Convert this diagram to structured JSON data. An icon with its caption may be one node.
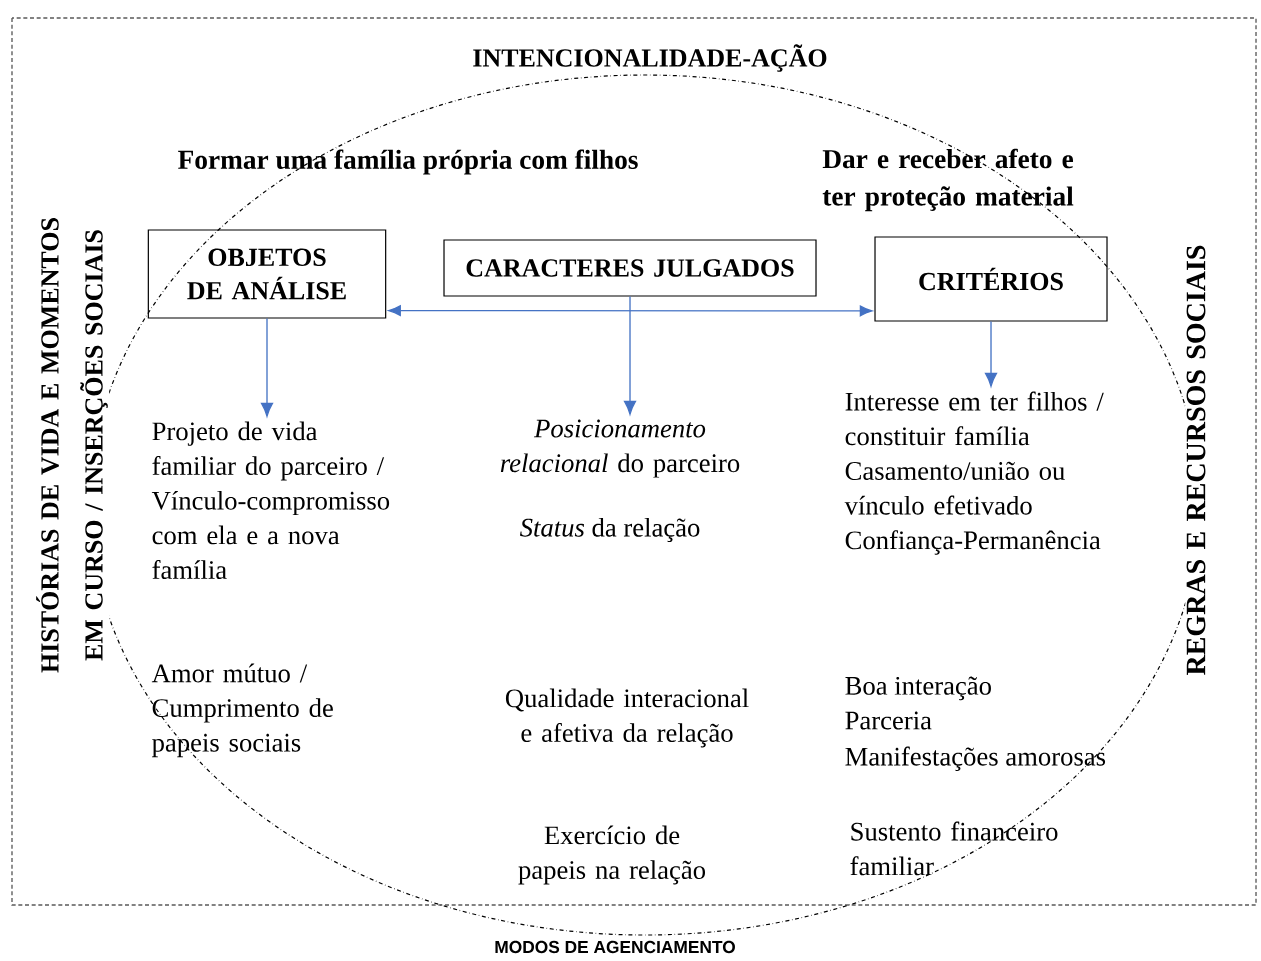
{
  "diagram": {
    "nodes": [
      {
        "text": [
          "OBJETOS DE ANÁLISE"
        ]
      },
      {
        "text": [
          "CARACTERES JULGADOS"
        ]
      },
      {
        "text": [
          "CRITÉRIOS"
        ]
      },
      {
        "text": [
          "Projeto de vida familiar do parceiro / Vínculo-compromisso com ela e a nova família"
        ]
      },
      {
        "text": [
          "*Posicionamento relacional* do parceiro"
        ]
      },
      {
        "text": [
          "Interesse em ter filhos / constituir família",
          "Casamento/união ou vínculo efetivado",
          "Confiança-Permanência"
        ]
      }
    ],
    "edges": [
      {
        "from": 0,
        "to": 2,
        "arrow": "both"
      },
      {
        "from": 0,
        "to": 3,
        "arrow": "to"
      },
      {
        "from": 1,
        "to": 4,
        "arrow": "to"
      },
      {
        "from": 2,
        "to": 5,
        "arrow": "to"
      }
    ],
    "labels": [
      "INTENCIONALIDADE-AÇÃO",
      "HISTÓRIAS DE VIDA E MOMENTOS EM CURSO / INSERÇÕES SOCIAIS",
      "REGRAS E RECURSOS SOCIAIS",
      "Formar uma família própria com filhos",
      "Dar e receber afeto e ter proteção material",
      "*Status* da relação",
      "Amor mútuo / Cumprimento de papeis sociais",
      "Qualidade interacional e afetiva da relação",
      "Boa interação",
      "Parceria",
      "Manifestações amorosas",
      "Exercício de papeis na relação",
      "Sustento financeiro familiar",
      "MODOS DE AGENCIAMENTO"
    ]
  }
}
